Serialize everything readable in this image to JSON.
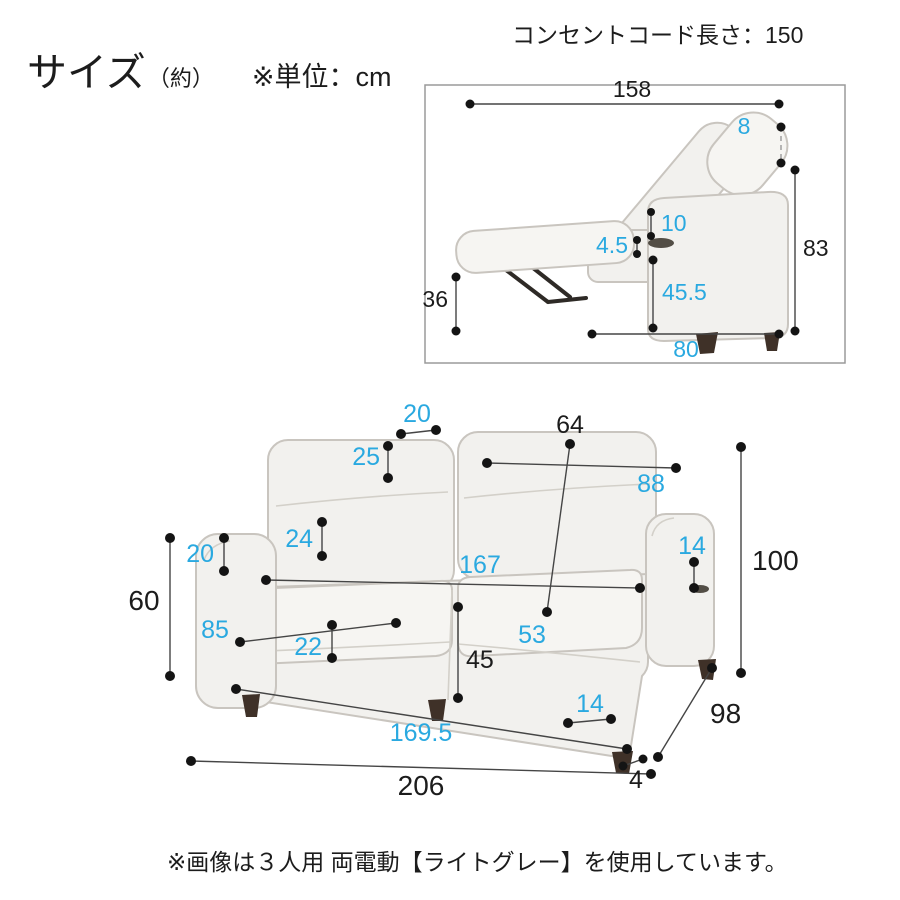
{
  "page": {
    "title": "サイズ",
    "title_note": "（約）",
    "unit_label": "※単位：cm",
    "cord_note": "コンセントコード長さ：150",
    "footer_note": "※画像は３人用 両電動【ライトグレー】を使用しています。"
  },
  "colors": {
    "dim_blue": "#2aa9e0",
    "dim_black": "#1c1c1c",
    "sofa_fill": "#f2f1ee",
    "sofa_stroke": "#c9c5bf"
  },
  "inset": {
    "dims": {
      "width_total": "158",
      "headrest_offset": "8",
      "back_height": "83",
      "arm_gap": "10",
      "panel_thickness": "4.5",
      "seat_height": "45.5",
      "legrest_height": "36",
      "base_depth": "80"
    }
  },
  "main": {
    "dims": {
      "headrest_top": "20",
      "back_top_right": "64",
      "headrest_height": "25",
      "back_cushion_width": "88",
      "back_depth": "24",
      "arm_width_left": "20",
      "arm_width_right": "14",
      "total_height": "100",
      "inner_width": "167",
      "arm_height": "60",
      "seat_depth": "85",
      "seat_thickness": "22",
      "seat_width": "53",
      "seat_front_height": "45",
      "leg_width": "14",
      "total_depth": "98",
      "front_inner_width": "169.5",
      "total_width": "206",
      "leg_offset": "4"
    }
  }
}
